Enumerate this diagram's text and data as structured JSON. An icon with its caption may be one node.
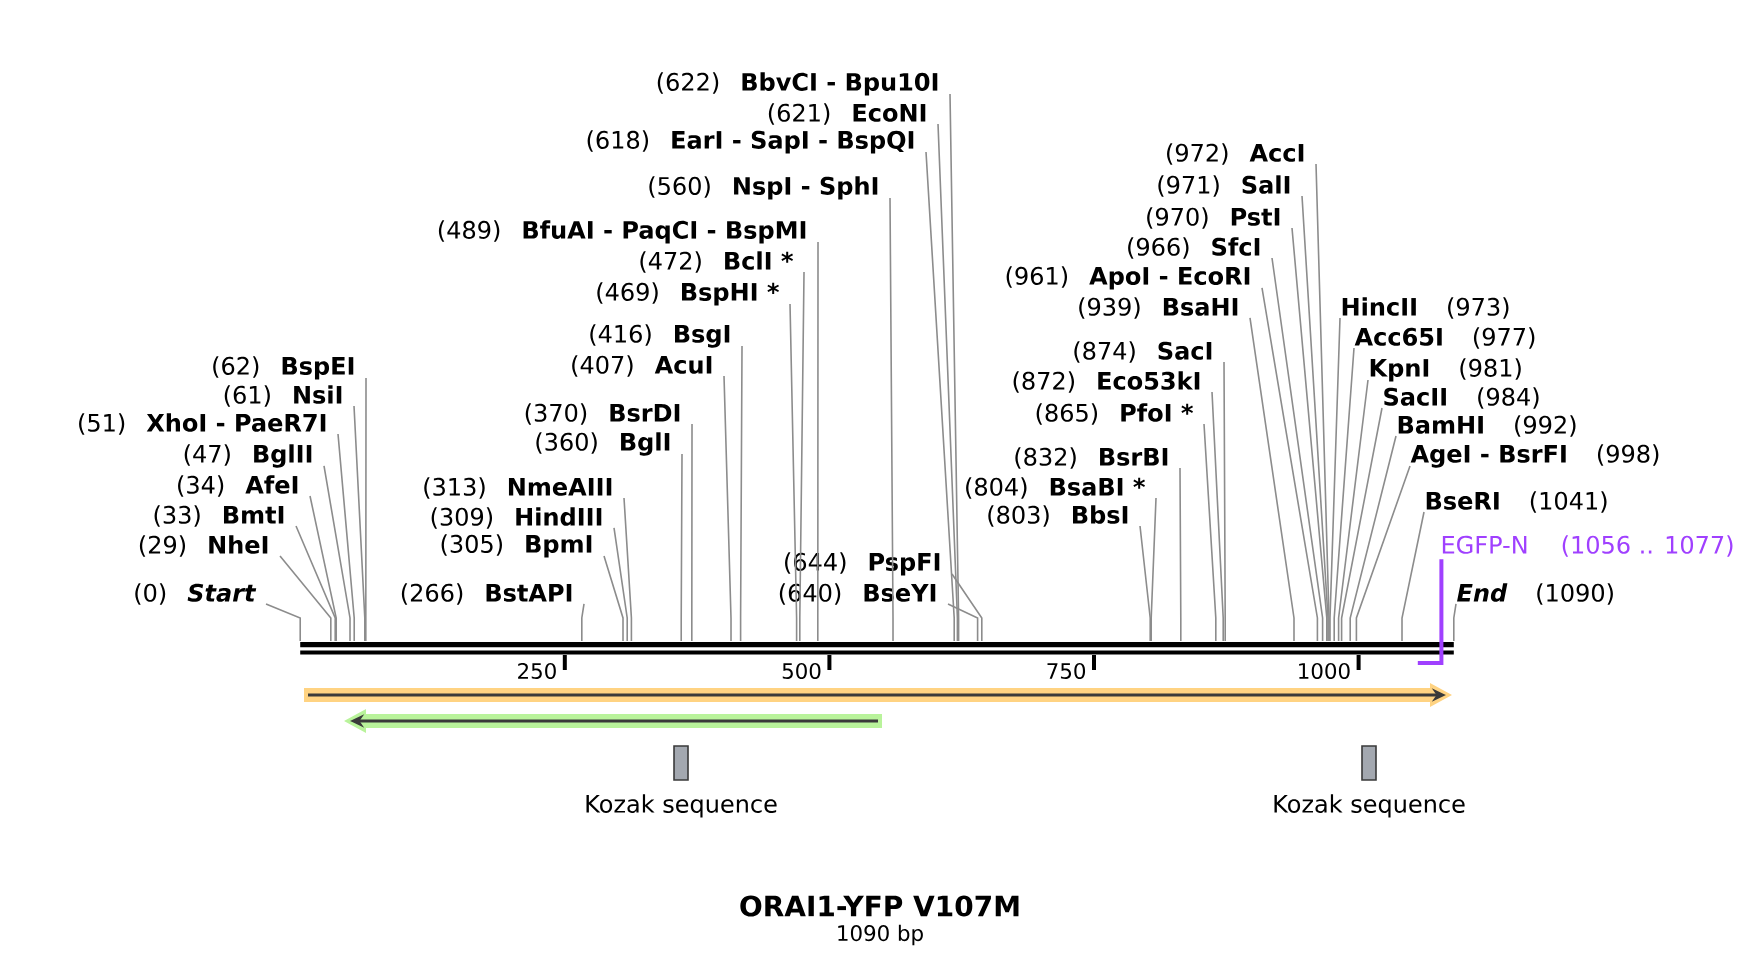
{
  "diagram": {
    "title": "ORAI1-YFP V107M",
    "nodes": [
      {
        "text": [
          "(0)",
          "Start"
        ]
      },
      {
        "text": [
          "(29)",
          "NheI"
        ]
      },
      {
        "text": [
          "(33)",
          "BmtI"
        ]
      },
      {
        "text": [
          "(34)",
          "AfeI"
        ]
      },
      {
        "text": [
          "(47)",
          "BglII"
        ]
      },
      {
        "text": [
          "(51)",
          "XhoI - PaeR7I"
        ]
      },
      {
        "text": [
          "(61)",
          "NsiI"
        ]
      },
      {
        "text": [
          "(62)",
          "BspEI"
        ]
      },
      {
        "text": [
          "(266)",
          "BstAPI"
        ]
      },
      {
        "text": [
          "(305)",
          "BpmI"
        ]
      },
      {
        "text": [
          "(309)",
          "HindIII"
        ]
      },
      {
        "text": [
          "(313)",
          "NmeAIII"
        ]
      },
      {
        "text": [
          "(360)",
          "BglI"
        ]
      },
      {
        "text": [
          "(370)",
          "BsrDI"
        ]
      },
      {
        "text": [
          "(407)",
          "AcuI"
        ]
      },
      {
        "text": [
          "(416)",
          "BsgI"
        ]
      },
      {
        "text": [
          "(469)",
          "BspHI *"
        ]
      },
      {
        "text": [
          "(472)",
          "BclI *"
        ]
      },
      {
        "text": [
          "(489)",
          "BfuAI - PaqCI - BspMI"
        ]
      },
      {
        "text": [
          "(560)",
          "NspI - SphI"
        ]
      },
      {
        "text": [
          "(618)",
          "EarI - SapI - BspQI"
        ]
      },
      {
        "text": [
          "(621)",
          "EcoNI"
        ]
      },
      {
        "text": [
          "(622)",
          "BbvCI - Bpu10I"
        ]
      },
      {
        "text": [
          "(640)",
          "BseYI"
        ]
      },
      {
        "text": [
          "(644)",
          "PspFI"
        ]
      },
      {
        "text": [
          "(803)",
          "BbsI"
        ]
      },
      {
        "text": [
          "(804)",
          "BsaBI *"
        ]
      },
      {
        "text": [
          "(832)",
          "BsrBI"
        ]
      },
      {
        "text": [
          "(865)",
          "PfoI *"
        ]
      },
      {
        "text": [
          "(872)",
          "Eco53kI"
        ]
      },
      {
        "text": [
          "(874)",
          "SacI"
        ]
      },
      {
        "text": [
          "(939)",
          "BsaHI"
        ]
      },
      {
        "text": [
          "(961)",
          "ApoI - EcoRI"
        ]
      },
      {
        "text": [
          "(966)",
          "SfcI"
        ]
      },
      {
        "text": [
          "(970)",
          "PstI"
        ]
      },
      {
        "text": [
          "(971)",
          "SalI"
        ]
      },
      {
        "text": [
          "(972)",
          "AccI"
        ]
      },
      {
        "text": [
          "HincII",
          "(973)"
        ]
      },
      {
        "text": [
          "Acc65I",
          "(977)"
        ]
      },
      {
        "text": [
          "KpnI",
          "(981)"
        ]
      },
      {
        "text": [
          "SacII",
          "(984)"
        ]
      },
      {
        "text": [
          "BamHI",
          "(992)"
        ]
      },
      {
        "text": [
          "AgeI - BsrFI",
          "(998)"
        ]
      },
      {
        "text": [
          "BseRI",
          "(1041)"
        ]
      },
      {
        "text": [
          "EGFP-N",
          "(1056 .. 1077)"
        ]
      },
      {
        "text": [
          "End",
          "(1090)"
        ]
      },
      {
        "text": [],
        "shape": "bar"
      },
      {
        "text": [],
        "shape": "arrow"
      },
      {
        "text": [],
        "shape": "arrow"
      },
      {
        "text": [
          "Kozak sequence"
        ]
      },
      {
        "text": [
          "Kozak sequence"
        ]
      }
    ],
    "edges": [
      {
        "from": 0,
        "to": 46,
        "arrow": "none"
      },
      {
        "from": 1,
        "to": 46,
        "arrow": "none"
      },
      {
        "from": 2,
        "to": 46,
        "arrow": "none"
      },
      {
        "from": 3,
        "to": 46,
        "arrow": "none"
      },
      {
        "from": 4,
        "to": 46,
        "arrow": "none"
      },
      {
        "from": 5,
        "to": 46,
        "arrow": "none"
      },
      {
        "from": 6,
        "to": 46,
        "arrow": "none"
      },
      {
        "from": 7,
        "to": 46,
        "arrow": "none"
      },
      {
        "from": 8,
        "to": 46,
        "arrow": "none"
      },
      {
        "from": 9,
        "to": 46,
        "arrow": "none"
      },
      {
        "from": 10,
        "to": 46,
        "arrow": "none"
      },
      {
        "from": 11,
        "to": 46,
        "arrow": "none"
      },
      {
        "from": 12,
        "to": 46,
        "arrow": "none"
      },
      {
        "from": 13,
        "to": 46,
        "arrow": "none"
      },
      {
        "from": 14,
        "to": 46,
        "arrow": "none"
      },
      {
        "from": 15,
        "to": 46,
        "arrow": "none"
      },
      {
        "from": 16,
        "to": 46,
        "arrow": "none"
      },
      {
        "from": 17,
        "to": 46,
        "arrow": "none"
      },
      {
        "from": 18,
        "to": 46,
        "arrow": "none"
      },
      {
        "from": 19,
        "to": 46,
        "arrow": "none"
      },
      {
        "from": 20,
        "to": 46,
        "arrow": "none"
      },
      {
        "from": 21,
        "to": 46,
        "arrow": "none"
      },
      {
        "from": 22,
        "to": 46,
        "arrow": "none"
      },
      {
        "from": 23,
        "to": 46,
        "arrow": "none"
      },
      {
        "from": 24,
        "to": 46,
        "arrow": "none"
      },
      {
        "from": 25,
        "to": 46,
        "arrow": "none"
      },
      {
        "from": 26,
        "to": 46,
        "arrow": "none"
      },
      {
        "from": 27,
        "to": 46,
        "arrow": "none"
      },
      {
        "from": 28,
        "to": 46,
        "arrow": "none"
      },
      {
        "from": 29,
        "to": 46,
        "arrow": "none"
      },
      {
        "from": 30,
        "to": 46,
        "arrow": "none"
      },
      {
        "from": 31,
        "to": 46,
        "arrow": "none"
      },
      {
        "from": 32,
        "to": 46,
        "arrow": "none"
      },
      {
        "from": 33,
        "to": 46,
        "arrow": "none"
      },
      {
        "from": 34,
        "to": 46,
        "arrow": "none"
      },
      {
        "from": 35,
        "to": 46,
        "arrow": "none"
      },
      {
        "from": 36,
        "to": 46,
        "arrow": "none"
      },
      {
        "from": 37,
        "to": 46,
        "arrow": "none"
      },
      {
        "from": 38,
        "to": 46,
        "arrow": "none"
      },
      {
        "from": 39,
        "to": 46,
        "arrow": "none"
      },
      {
        "from": 40,
        "to": 46,
        "arrow": "none"
      },
      {
        "from": 41,
        "to": 46,
        "arrow": "none"
      },
      {
        "from": 42,
        "to": 46,
        "arrow": "none"
      },
      {
        "from": 43,
        "to": 46,
        "arrow": "none"
      },
      {
        "from": 44,
        "to": 46,
        "arrow": "none",
        "color": "#a040ff"
      },
      {
        "from": 45,
        "to": 46,
        "arrow": "none"
      }
    ],
    "labels": [
      "250",
      "500",
      "750",
      "1000",
      "1090 bp"
    ]
  }
}
